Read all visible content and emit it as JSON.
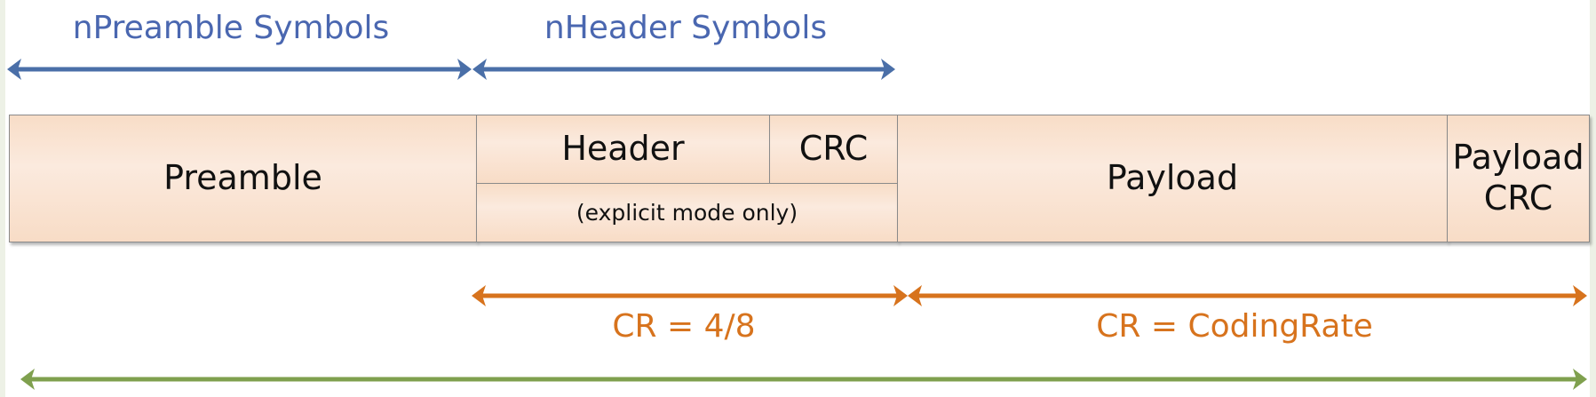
{
  "top_labels": {
    "preamble_symbols": "nPreamble Symbols",
    "header_symbols": "nHeader Symbols"
  },
  "blocks": {
    "preamble": "Preamble",
    "header": "Header",
    "header_crc": "CRC",
    "header_note": "(explicit mode only)",
    "payload": "Payload",
    "payload_crc_line1": "Payload",
    "payload_crc_line2": "CRC"
  },
  "bottom_labels": {
    "header_cr": "CR = 4/8",
    "payload_cr": "CR = CodingRate"
  },
  "colors": {
    "blue": "#4a6fa8",
    "orange": "#d7731d",
    "green": "#7fa04e",
    "block_fill": "#f9e2d0",
    "block_border": "#8a8a8a"
  }
}
